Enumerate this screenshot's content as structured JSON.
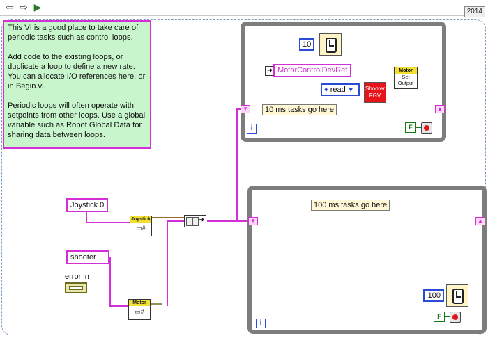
{
  "toolbar": {
    "icons": [
      "navigate-back-icon",
      "navigate-forward-icon",
      "run-arrow-icon"
    ],
    "version_tag": "2014"
  },
  "comment": {
    "text": "This VI is a good place to take care of periodic tasks such as control loops.\n\nAdd code to the existing loops, or duplicate a loop to define a new rate. You can allocate I/O references here, or in Begin.vi.\n\nPeriodic loops will often operate with setpoints from other loops. Use a global variable such as Robot Global Data for sharing data between loops."
  },
  "inputs": {
    "joystick_const": "Joystick 0",
    "shooter_const": "shooter",
    "error_in_label": "error in",
    "joystick_vi_label": "Joystick",
    "motor_vi_label": "Motor"
  },
  "loop_10ms": {
    "wait_value": "10",
    "task_label": "10 ms tasks go here",
    "dev_ref_name": "MotorControlDevRef",
    "enum_value": "read",
    "global_label": "Shooter FGV",
    "motor_vi_header": "Motor",
    "motor_vi_body": "Set Output",
    "stop_value": "F",
    "iteration_symbol": "i"
  },
  "loop_100ms": {
    "wait_value": "100",
    "task_label": "100 ms tasks go here",
    "stop_value": "F",
    "iteration_symbol": "i"
  },
  "colors": {
    "string_wire": "#d42fd6",
    "refnum_wire": "#9a6a2a",
    "loop_border": "#7d7d7d",
    "comment_bg": "#c8f5cc",
    "error_cluster": "#6b6a1e"
  }
}
